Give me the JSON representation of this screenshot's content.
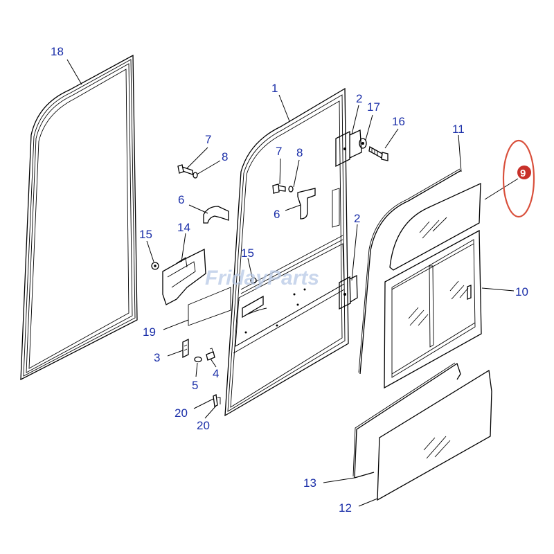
{
  "diagram": {
    "watermark": "FridayParts",
    "highlighted_callout": "9",
    "accent_color": "#e04b3a",
    "callout_color": "#1a2ea8",
    "callouts": [
      {
        "id": "c18",
        "text": "18"
      },
      {
        "id": "c1",
        "text": "1"
      },
      {
        "id": "c2a",
        "text": "2"
      },
      {
        "id": "c17",
        "text": "17"
      },
      {
        "id": "c16",
        "text": "16"
      },
      {
        "id": "c11",
        "text": "11"
      },
      {
        "id": "c7a",
        "text": "7"
      },
      {
        "id": "c8a",
        "text": "8"
      },
      {
        "id": "c7b",
        "text": "7"
      },
      {
        "id": "c8b",
        "text": "8"
      },
      {
        "id": "c6a",
        "text": "6"
      },
      {
        "id": "c6b",
        "text": "6"
      },
      {
        "id": "c2b",
        "text": "2"
      },
      {
        "id": "c15a",
        "text": "15"
      },
      {
        "id": "c14",
        "text": "14"
      },
      {
        "id": "c15b",
        "text": "15"
      },
      {
        "id": "c10",
        "text": "10"
      },
      {
        "id": "c19",
        "text": "19"
      },
      {
        "id": "c3",
        "text": "3"
      },
      {
        "id": "c4",
        "text": "4"
      },
      {
        "id": "c5",
        "text": "5"
      },
      {
        "id": "c20a",
        "text": "20"
      },
      {
        "id": "c20b",
        "text": "20"
      },
      {
        "id": "c13",
        "text": "13"
      },
      {
        "id": "c12",
        "text": "12"
      }
    ]
  }
}
